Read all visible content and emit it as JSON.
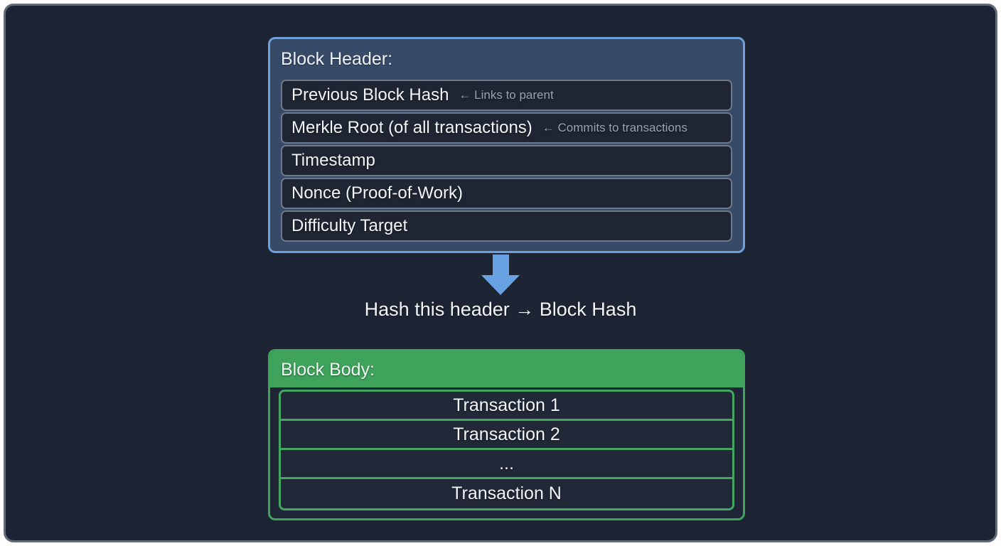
{
  "header_box": {
    "title": "Block Header:",
    "rows": [
      {
        "label": "Previous Block Hash",
        "annotation": "← Links to parent"
      },
      {
        "label": "Merkle Root (of all transactions)",
        "annotation": "← Commits to transactions"
      },
      {
        "label": "Timestamp",
        "annotation": ""
      },
      {
        "label": "Nonce (Proof-of-Work)",
        "annotation": ""
      },
      {
        "label": "Difficulty Target",
        "annotation": ""
      }
    ]
  },
  "arrow": {
    "icon": "down-arrow-icon",
    "color": "#69a2e3"
  },
  "caption": "Hash this header → Block Hash",
  "body_box": {
    "title": "Block Body:",
    "rows": [
      {
        "label": "Transaction 1"
      },
      {
        "label": "Transaction 2"
      },
      {
        "label": "..."
      },
      {
        "label": "Transaction N"
      }
    ]
  },
  "colors": {
    "canvas_background": "#1d2433",
    "frame_border": "#626c7b",
    "header_box_background": "#374b69",
    "header_box_border": "#6fa0d8",
    "row_background": "#1f2532",
    "row_border": "#6d7888",
    "annotation_text": "#9aa4b0",
    "arrow_blue": "#69a2e3",
    "body_green": "#3fa35c",
    "text_primary": "#f3f5f8"
  }
}
